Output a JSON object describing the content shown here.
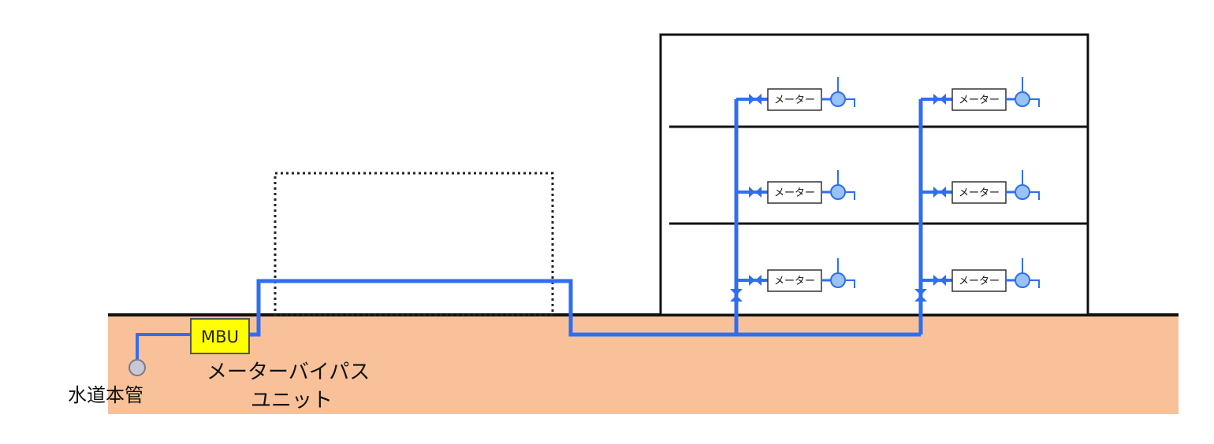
{
  "labels": {
    "water_main": "水道本管",
    "mbu_box": "MBU",
    "mbu_caption_line1": "メーターバイパス",
    "mbu_caption_line2": "ユニット",
    "meter": "メーター"
  },
  "colors": {
    "pipe": "#2f6ef2",
    "ground": "#f8c19a",
    "mbu_fill": "#ffff00",
    "faucet": "#99c2f5",
    "water_main_fill": "#c8c8d4"
  }
}
